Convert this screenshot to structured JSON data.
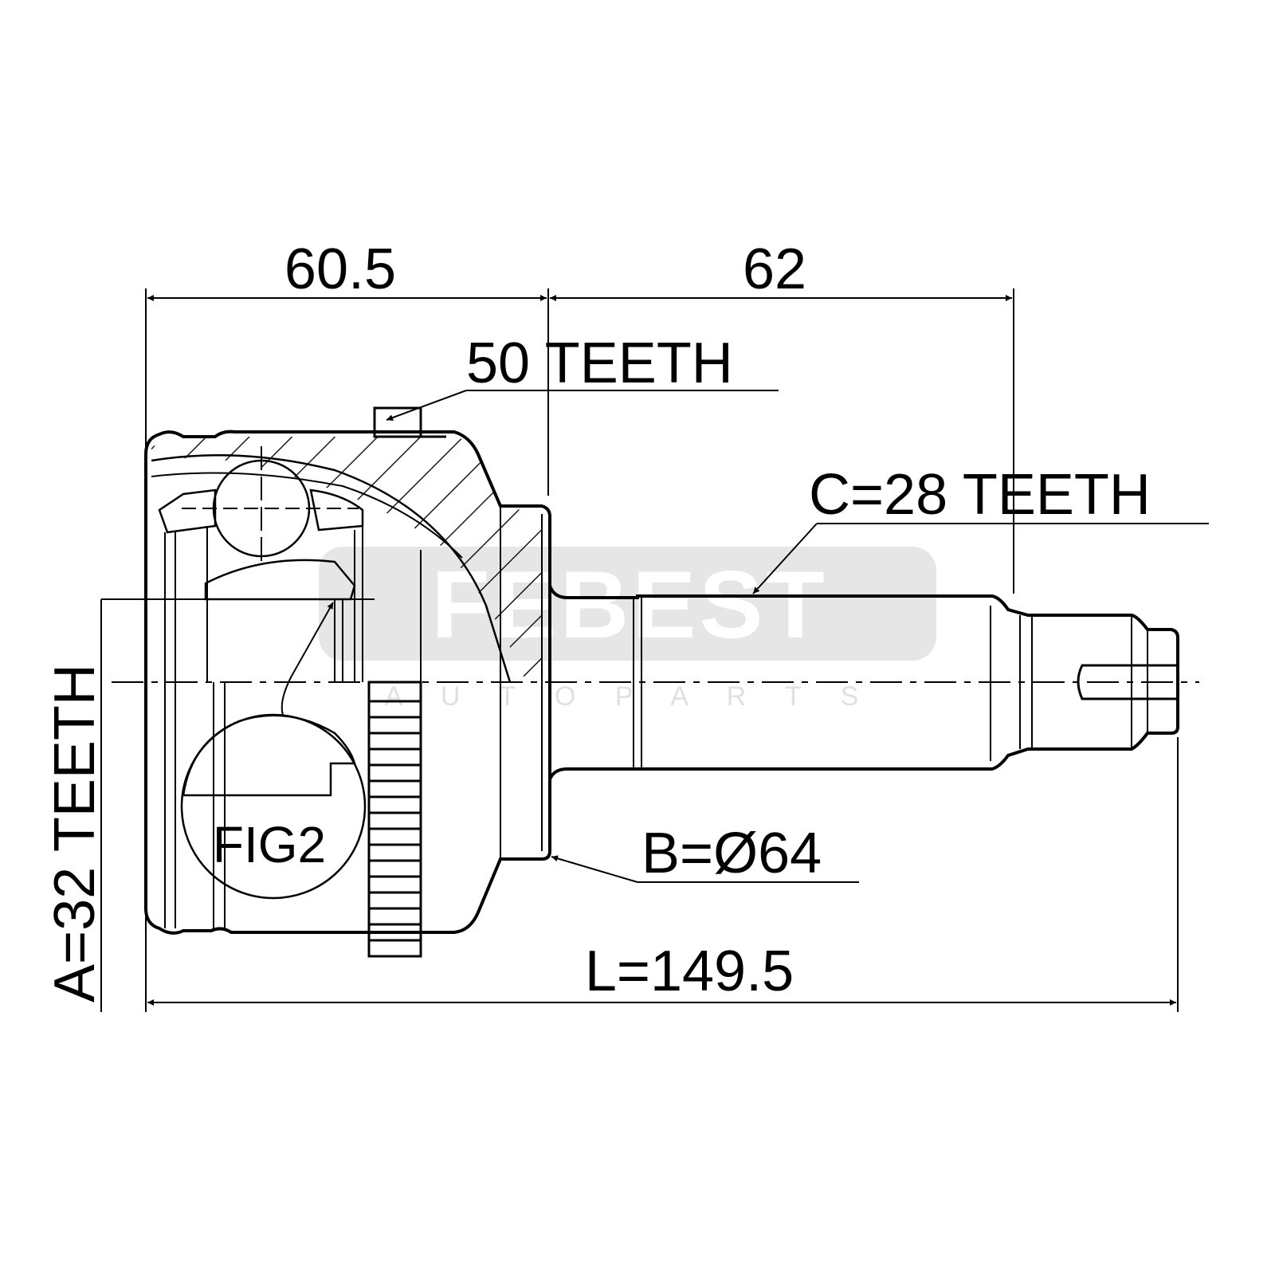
{
  "drawing": {
    "dim_60_5": "60.5",
    "dim_62": "62",
    "label_50_teeth": "50 TEETH",
    "label_c_teeth": "C=28 TEETH",
    "label_b_diameter": "B=Ø64",
    "label_length": "L=149.5",
    "label_a_teeth": "A=32 TEETH",
    "label_fig2": "FIG2"
  },
  "watermark": {
    "brand": "FEBEST",
    "tagline": "A U T O   P A R T S"
  },
  "colors": {
    "line": "#000000",
    "watermark": "#e3e3e3"
  }
}
